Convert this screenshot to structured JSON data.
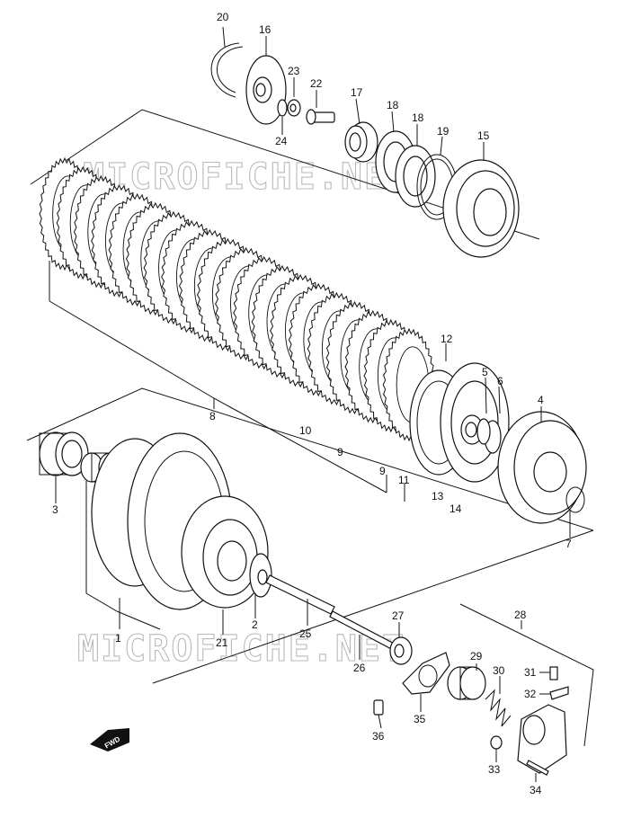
{
  "watermarks": [
    "MICROFICHE.NET",
    "MICROFICHE.NET"
  ],
  "fwd_label": "FWD",
  "callouts": {
    "c1": "1",
    "c2": "2",
    "c3": "3",
    "c4": "4",
    "c5": "5",
    "c6": "6",
    "c7": "7",
    "c8": "8",
    "c9a": "9",
    "c9b": "9",
    "c10": "10",
    "c11": "11",
    "c12": "12",
    "c13": "13",
    "c14": "14",
    "c15": "15",
    "c16": "16",
    "c17": "17",
    "c18a": "18",
    "c18b": "18",
    "c19": "19",
    "c20": "20",
    "c21": "21",
    "c22": "22",
    "c23": "23",
    "c24": "24",
    "c25": "25",
    "c26": "26",
    "c27": "27",
    "c28": "28",
    "c29": "29",
    "c30": "30",
    "c31": "31",
    "c32": "32",
    "c33": "33",
    "c34": "34",
    "c35": "35",
    "c36": "36"
  }
}
